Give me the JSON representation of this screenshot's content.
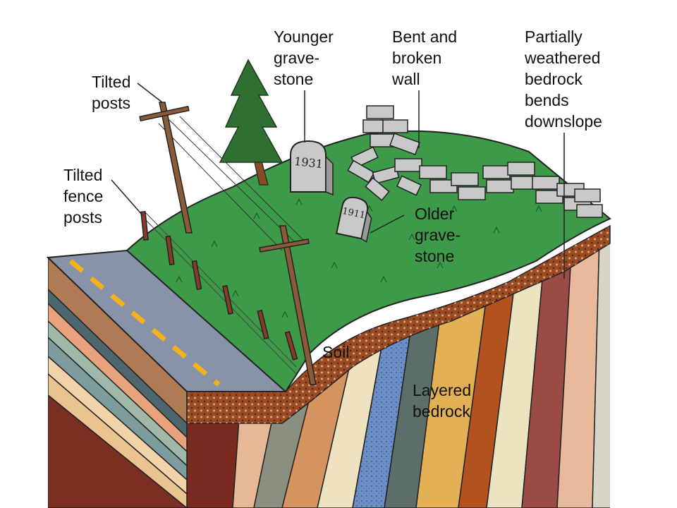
{
  "colors": {
    "grass": "#3d9a48",
    "grass_dark": "#2f7d3a",
    "soil": "#9b4a22",
    "road": "#8892a8",
    "road_stripe": "#f2b21a",
    "stone": "#c9c9c9",
    "wood": "#8a5a3a",
    "tree": "#2f6f32"
  },
  "labels": {
    "tilted_posts": [
      "Tilted",
      "posts"
    ],
    "tilted_fence_posts": [
      "Tilted",
      "fence",
      "posts"
    ],
    "younger_gravestone": [
      "Younger",
      "grave-",
      "stone"
    ],
    "bent_wall": [
      "Bent and",
      "broken",
      "wall"
    ],
    "weathered_bedrock": [
      "Partially",
      "weathered",
      "bedrock",
      "bends",
      "downslope"
    ],
    "older_gravestone": [
      "Older",
      "grave-",
      "stone"
    ],
    "soil": "Soil",
    "layered_bedrock": [
      "Layered",
      "bedrock"
    ]
  },
  "gravestones": {
    "younger_year": "1931",
    "older_year": "1911"
  }
}
